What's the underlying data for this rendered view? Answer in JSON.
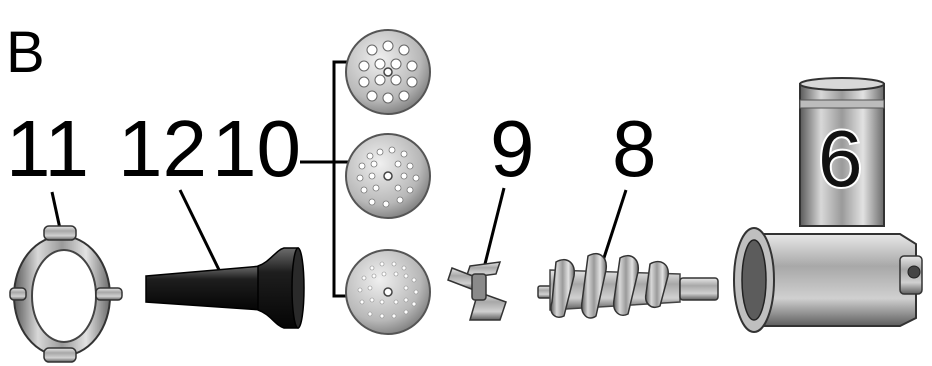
{
  "figure": {
    "section_letter": "B",
    "parts": [
      {
        "number": "11",
        "icon": "cutting-ring-nut"
      },
      {
        "number": "12",
        "icon": "sausage-nozzle"
      },
      {
        "number": "10",
        "icon": "grinding-discs"
      },
      {
        "number": "9",
        "icon": "cross-blade"
      },
      {
        "number": "8",
        "icon": "feed-screw"
      },
      {
        "number": "6",
        "icon": "grinder-housing"
      }
    ]
  }
}
